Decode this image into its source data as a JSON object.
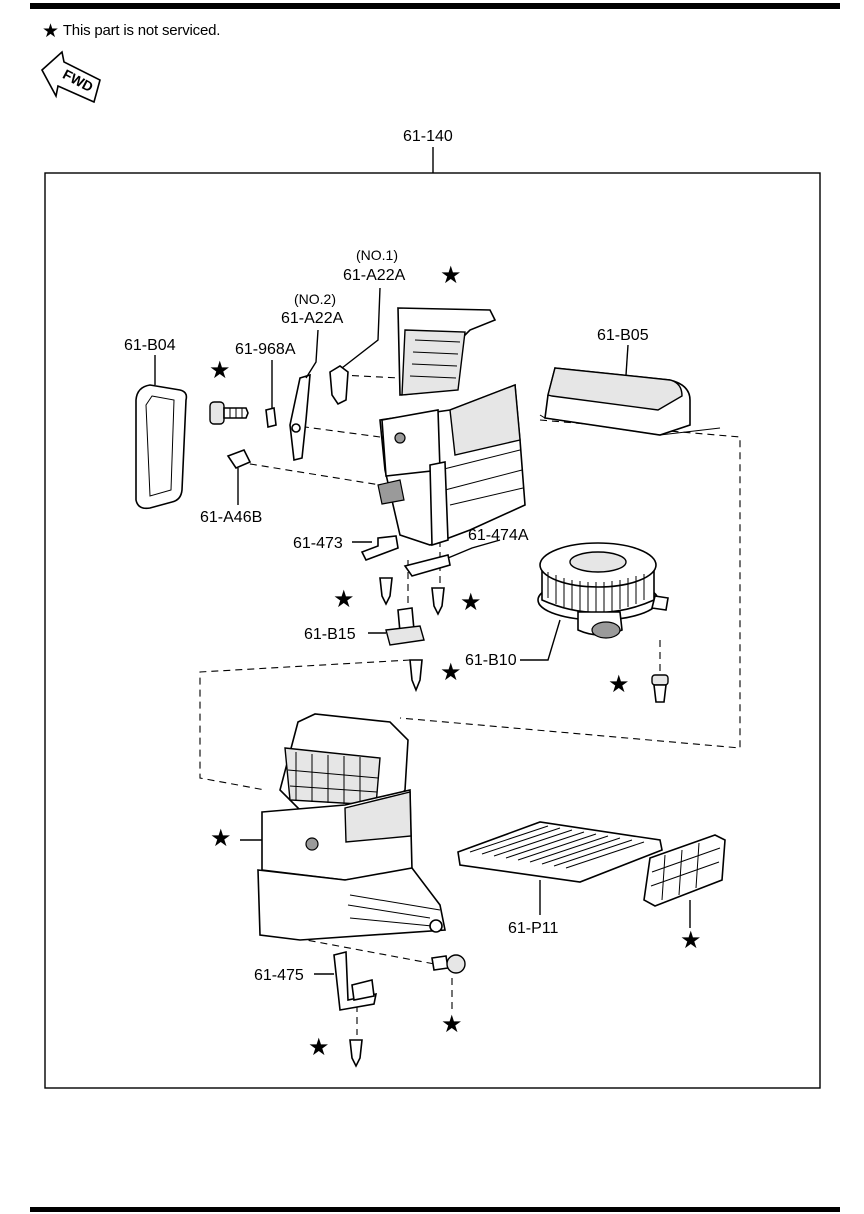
{
  "note": {
    "star_symbol": "★",
    "text": "This part is not serviced."
  },
  "fwd_badge": "FWD",
  "assembly_label": "61-140",
  "labels": {
    "no1": "(NO.1)",
    "a22a_no1": "61-A22A",
    "no2": "(NO.2)",
    "a22a_no2": "61-A22A",
    "b04": "61-B04",
    "968a": "61-968A",
    "b05": "61-B05",
    "a46b": "61-A46B",
    "473": "61-473",
    "474a": "61-474A",
    "b15": "61-B15",
    "b10": "61-B10",
    "p11": "61-P11",
    "475": "61-475"
  },
  "star": "★"
}
